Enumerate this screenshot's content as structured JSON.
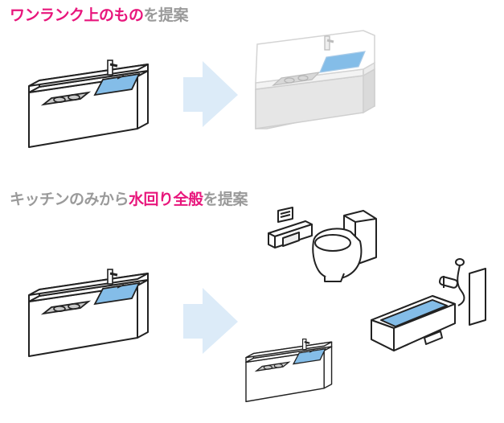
{
  "captions": {
    "upgrade": {
      "highlight": "ワンランク上のもの",
      "rest": "を提案"
    },
    "all_water": {
      "prefix": "キッチンのみから",
      "highlight": "水回り全般",
      "rest": "を提案"
    }
  },
  "colors": {
    "highlight": "#e8167c",
    "caption_gray": "#9a9a9a",
    "arrow": "#dcebf8",
    "water": "#84bde8",
    "outline": "#222222",
    "light_outline": "#cfcfcf",
    "light_body": "#e6e6e6"
  },
  "icons": {
    "kitchen_before_top": "kitchen-sink-counter-icon",
    "kitchen_after_top": "upgraded-kitchen-counter-icon",
    "arrow": "right-arrow-icon",
    "toilet": "toilet-icon",
    "paper_holder": "toilet-paper-holder-icon",
    "bathtub": "bathtub-icon",
    "shower": "shower-icon"
  }
}
